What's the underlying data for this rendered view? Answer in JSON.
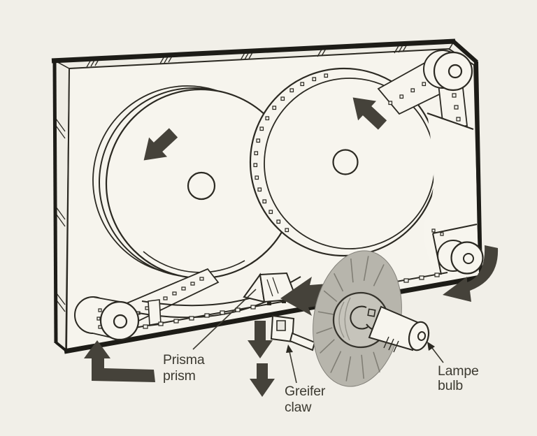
{
  "labels": {
    "prism": {
      "de": "Prisma",
      "en": "prism"
    },
    "claw": {
      "de": "Greifer",
      "en": "claw"
    },
    "bulb": {
      "de": "Lampe",
      "en": "bulb"
    }
  },
  "colors": {
    "background": "#f1efe8",
    "paper": "#f7f5ee",
    "ink": "#2b2922",
    "arrow": "#45423a",
    "halo": "#b7b5ac",
    "bulb_glass": "#c6c4bb",
    "label_text": "#3c3a31"
  }
}
